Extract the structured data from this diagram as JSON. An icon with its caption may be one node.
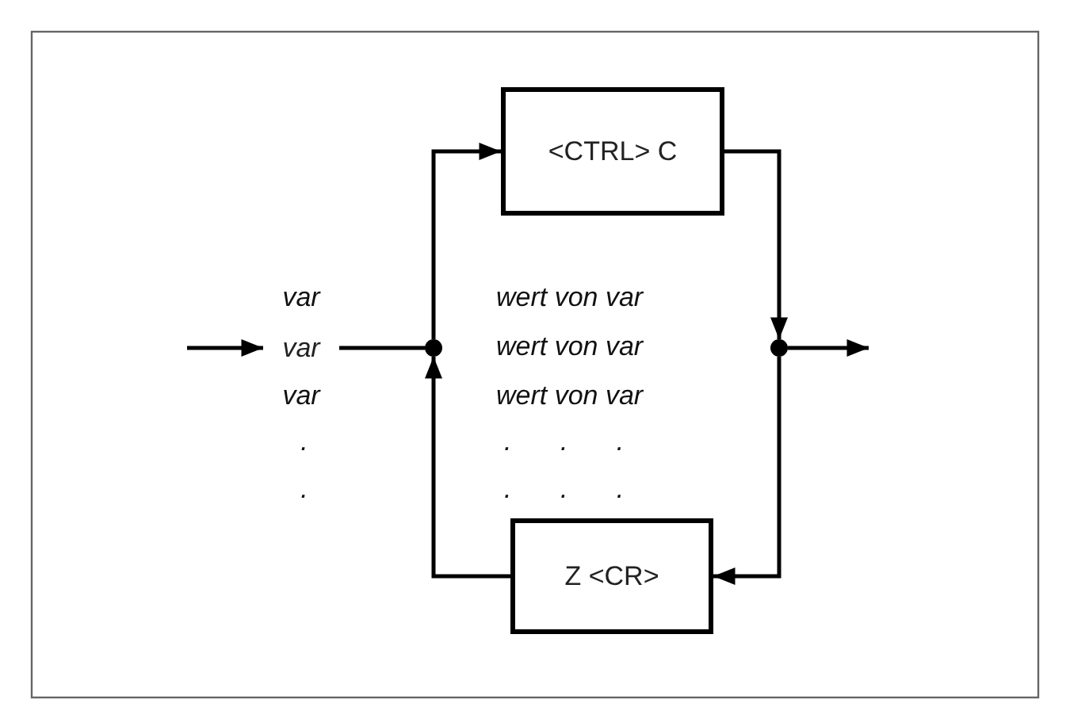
{
  "diagram": {
    "nodes": [
      {
        "text": [
          "<CTRL> C"
        ]
      },
      {
        "text": [
          "Z <CR>"
        ]
      },
      {
        "text": [],
        "shape": "circle"
      },
      {
        "text": [],
        "shape": "circle"
      },
      {
        "text": [
          "var"
        ]
      }
    ],
    "edges": [
      {
        "from": null,
        "to": 4,
        "arrow": "to"
      },
      {
        "from": 4,
        "to": 2,
        "arrow": "none"
      },
      {
        "from": 2,
        "to": 0,
        "arrow": "to"
      },
      {
        "from": 0,
        "to": 3,
        "arrow": "to"
      },
      {
        "from": 3,
        "to": 1,
        "arrow": "to"
      },
      {
        "from": 1,
        "to": 2,
        "arrow": "to"
      },
      {
        "from": 3,
        "to": null,
        "arrow": "to"
      }
    ],
    "labels": [
      "var",
      "var",
      "wert von var",
      "wert von var",
      "wert von var",
      ".",
      ".",
      ". . .",
      ". . ."
    ]
  }
}
